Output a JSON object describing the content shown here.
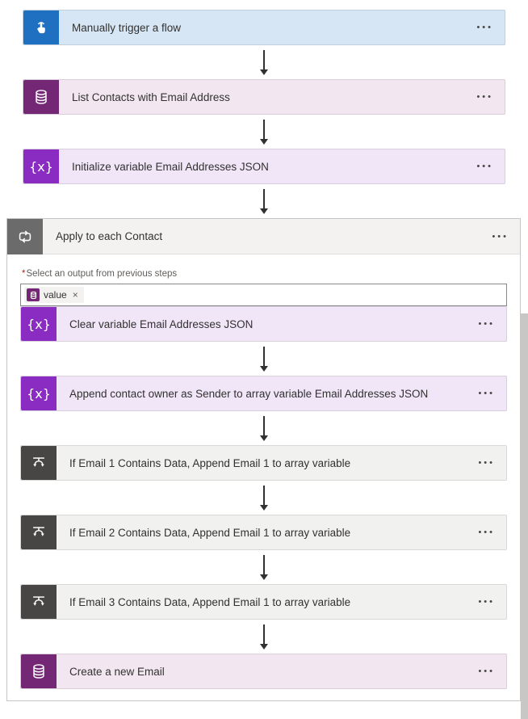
{
  "flow": {
    "trigger": {
      "label": "Manually trigger a flow"
    },
    "actions": [
      {
        "label": "List Contacts with Email Address"
      },
      {
        "label": "Initialize variable Email Addresses JSON"
      }
    ],
    "apply_to_each": {
      "label": "Apply to each Contact",
      "required_marker": "*",
      "input_label": "Select an output from previous steps",
      "input_chip": {
        "label": "value",
        "remove": "×"
      },
      "children": [
        {
          "label": "Clear variable Email Addresses JSON"
        },
        {
          "label": "Append contact owner as Sender to array variable Email Addresses JSON"
        },
        {
          "label": "If Email 1 Contains Data, Append Email 1 to array variable"
        },
        {
          "label": "If Email 2 Contains Data, Append Email 1 to array variable"
        },
        {
          "label": "If Email 3 Contains Data, Append Email 1 to array variable"
        },
        {
          "label": "Create a new Email"
        }
      ]
    }
  },
  "icons": {
    "ellipsis": "•••",
    "variable": "{x}"
  },
  "colors": {
    "trigger_icon_bg": "#1f70c1",
    "trigger_card_bg": "#d7e6f5",
    "dataverse_icon_bg": "#742774",
    "dataverse_card_bg": "#f2e7f1",
    "variable_icon_bg": "#8a2bc2",
    "variable_card_bg": "#f0e6f8",
    "loop_icon_bg": "#6b6b6b",
    "condition_icon_bg": "#484644",
    "condition_card_bg": "#f1f1f0",
    "scope_header_bg": "#f3f2f1",
    "arrow_color": "#323130"
  }
}
